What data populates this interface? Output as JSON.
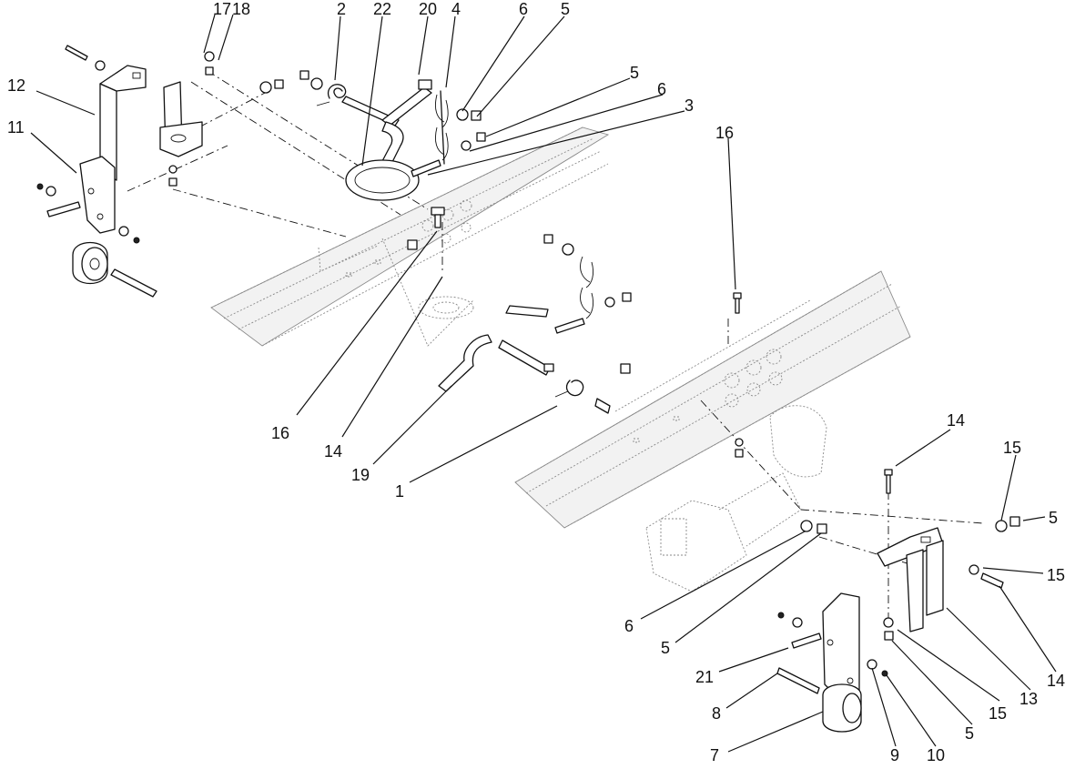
{
  "callouts": {
    "c1": "1",
    "c2": "2",
    "c3": "3",
    "c4": "4",
    "c5a": "5",
    "c5b": "5",
    "c5c": "5",
    "c5d": "5",
    "c5e": "5",
    "c6a": "6",
    "c6b": "6",
    "c6c": "6",
    "c7": "7",
    "c8": "8",
    "c9": "9",
    "c10": "10",
    "c11": "11",
    "c12": "12",
    "c13": "13",
    "c14a": "14",
    "c14b": "14",
    "c14c": "14",
    "c15a": "15",
    "c15b": "15",
    "c15c": "15",
    "c16a": "16",
    "c16b": "16",
    "c17": "17",
    "c18": "18",
    "c19": "19",
    "c20": "20",
    "c21": "21",
    "c22": "22"
  }
}
